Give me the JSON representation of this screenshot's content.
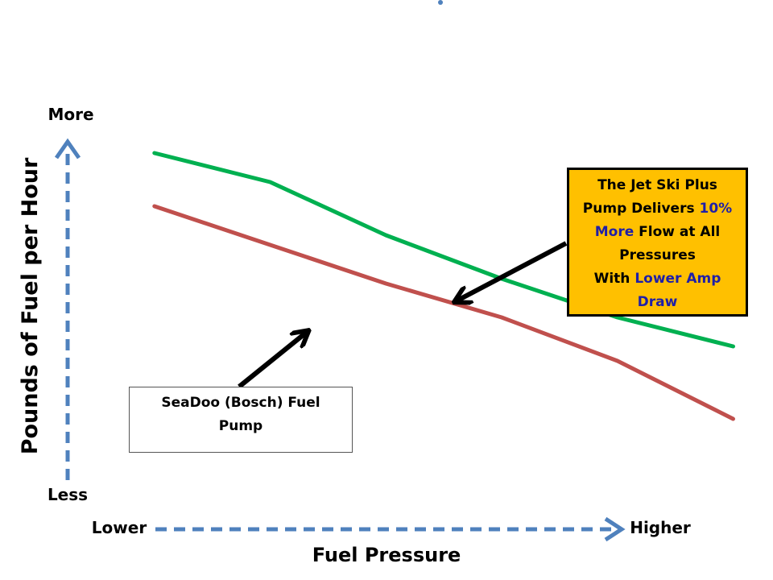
{
  "chart_data": {
    "type": "line",
    "title": "",
    "xlabel": "Fuel Pressure",
    "ylabel": "Pounds of Fuel per Hour",
    "x_tick_labels": {
      "low": "Lower",
      "high": "Higher"
    },
    "y_tick_labels": {
      "low": "Less",
      "high": "More"
    },
    "x": [
      1,
      2,
      3,
      4,
      5,
      6
    ],
    "xlim": [
      0.25,
      6.4
    ],
    "ylim": [
      0,
      10
    ],
    "grid": false,
    "series": [
      {
        "name": "",
        "color": "#00b050",
        "values": [
          8.5,
          7.9,
          6.8,
          5.9,
          5.1,
          4.5
        ]
      },
      {
        "name": "",
        "color": "#c0504d",
        "values": [
          7.4,
          6.6,
          5.8,
          5.1,
          4.2,
          3.0
        ]
      }
    ],
    "annotations": {
      "jetski": {
        "lines": [
          [
            {
              "text": "The Jet Ski Plus",
              "hl": false
            }
          ],
          [
            {
              "text": "Pump Delivers ",
              "hl": false
            },
            {
              "text": "10%",
              "hl": true
            }
          ],
          [
            {
              "text": "More",
              "hl": true
            },
            {
              "text": " Flow at All",
              "hl": false
            }
          ],
          [
            {
              "text": "Pressures",
              "hl": false
            }
          ],
          [
            {
              "text": "With ",
              "hl": false
            },
            {
              "text": "Lower Amp",
              "hl": true
            }
          ],
          [
            {
              "text": "Draw",
              "hl": true
            }
          ]
        ],
        "background": "#ffc000",
        "highlight_color": "#1f1fa8"
      },
      "seadoo": {
        "text": "SeaDoo (Bosch) Fuel Pump"
      }
    },
    "axis_color": "#4f81bd"
  }
}
